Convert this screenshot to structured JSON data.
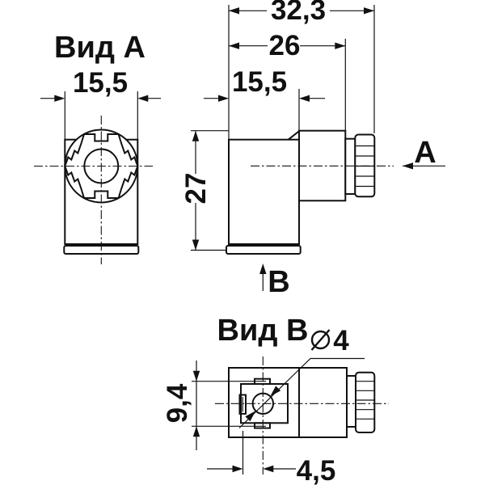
{
  "meta": {
    "background": "#ffffff",
    "line_color": "#111111",
    "drawing_type": "technical drawing, DIN valve connector, 3 views"
  },
  "view_a": {
    "title": "Вид А",
    "dim_width": "15,5"
  },
  "side_view": {
    "dim_overall_width": "32,3",
    "dim_to_nut": "26",
    "dim_body_width": "15,5",
    "dim_height": "27",
    "arrow_label_a": "А",
    "arrow_label_b": "В"
  },
  "view_b": {
    "title": "Вид В",
    "dim_span": "9,4",
    "dim_offset": "4,5",
    "hole_symbol": "⌀",
    "hole_value": "4"
  }
}
